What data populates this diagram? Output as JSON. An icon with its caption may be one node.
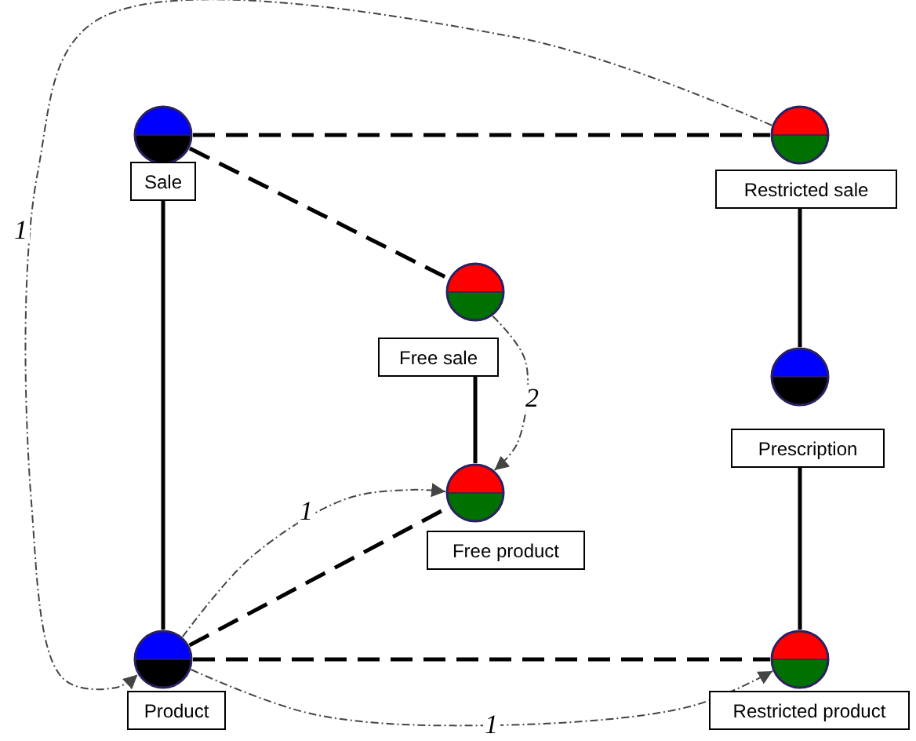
{
  "diagram": {
    "nodes": [
      {
        "text": [],
        "shape": "circle"
      },
      {
        "text": [
          "Sale"
        ]
      },
      {
        "text": [],
        "shape": "circle"
      },
      {
        "text": [
          "Restricted sale"
        ]
      },
      {
        "text": [],
        "shape": "circle"
      },
      {
        "text": [
          "Free sale"
        ]
      },
      {
        "text": [],
        "shape": "circle"
      },
      {
        "text": [
          "Prescription"
        ]
      },
      {
        "text": [],
        "shape": "circle"
      },
      {
        "text": [
          "Free product"
        ]
      },
      {
        "text": [],
        "shape": "circle"
      },
      {
        "text": [
          "Product"
        ]
      },
      {
        "text": [],
        "shape": "circle"
      },
      {
        "text": [
          "Restricted product"
        ]
      }
    ],
    "edges": [
      {
        "from": 0,
        "to": 2,
        "arrow": "none",
        "style": "dashed"
      },
      {
        "from": 0,
        "to": 4,
        "arrow": "none",
        "style": "dashed"
      },
      {
        "from": 1,
        "to": 10,
        "arrow": "none"
      },
      {
        "from": 5,
        "to": 8,
        "arrow": "none"
      },
      {
        "from": 3,
        "to": 6,
        "arrow": "none"
      },
      {
        "from": 7,
        "to": 12,
        "arrow": "none"
      },
      {
        "from": 10,
        "to": 8,
        "arrow": "none",
        "style": "dashed"
      },
      {
        "from": 10,
        "to": 12,
        "arrow": "none",
        "style": "dashed"
      },
      {
        "from": 2,
        "to": 10,
        "arrow": "to",
        "label": "1",
        "style": "dashed",
        "color": "#444444"
      },
      {
        "from": 10,
        "to": 8,
        "arrow": "to",
        "label": "1",
        "style": "dashed",
        "color": "#444444"
      },
      {
        "from": 4,
        "to": 8,
        "arrow": "to",
        "label": "2",
        "style": "dashed",
        "color": "#444444"
      },
      {
        "from": 10,
        "to": 12,
        "arrow": "to",
        "label": "1",
        "style": "dashed",
        "color": "#444444"
      }
    ]
  }
}
